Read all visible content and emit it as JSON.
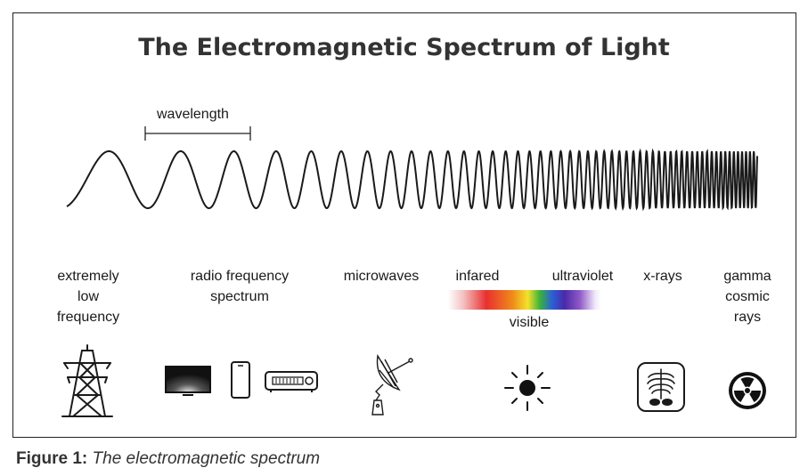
{
  "title": "The Electromagnetic Spectrum of Light",
  "wavelength_label": "wavelength",
  "bands": {
    "elf": [
      "extremely",
      "low",
      "frequency"
    ],
    "radio": [
      "radio frequency",
      "spectrum"
    ],
    "microwaves": "microwaves",
    "infrared": "infared",
    "ultraviolet": "ultraviolet",
    "visible": "visible",
    "xrays": "x-rays",
    "gamma": [
      "gamma",
      "cosmic",
      "rays"
    ]
  },
  "icons": [
    "power-tower-icon",
    "television-icon",
    "smartphone-icon",
    "radio-receiver-icon",
    "satellite-dish-icon",
    "sun-icon",
    "xray-icon",
    "radiation-icon"
  ],
  "caption": {
    "label": "Figure 1:",
    "text": "The electromagnetic spectrum"
  }
}
